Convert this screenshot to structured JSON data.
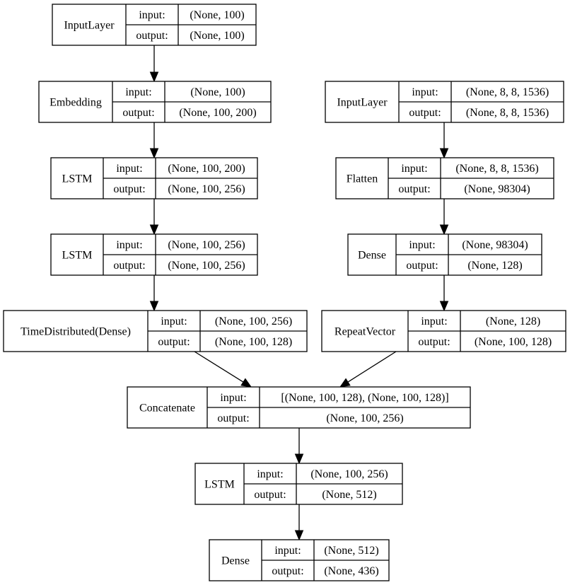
{
  "diagram": {
    "nodes": [
      {
        "id": "n1",
        "name": "InputLayer",
        "input_label": "input:",
        "output_label": "output:",
        "input": "(None, 100)",
        "output": "(None, 100)"
      },
      {
        "id": "n2",
        "name": "Embedding",
        "input_label": "input:",
        "output_label": "output:",
        "input": "(None, 100)",
        "output": "(None, 100, 200)"
      },
      {
        "id": "n3",
        "name": "LSTM",
        "input_label": "input:",
        "output_label": "output:",
        "input": "(None, 100, 200)",
        "output": "(None, 100, 256)"
      },
      {
        "id": "n4",
        "name": "LSTM",
        "input_label": "input:",
        "output_label": "output:",
        "input": "(None, 100, 256)",
        "output": "(None, 100, 256)"
      },
      {
        "id": "n5",
        "name": "TimeDistributed(Dense)",
        "input_label": "input:",
        "output_label": "output:",
        "input": "(None, 100, 256)",
        "output": "(None, 100, 128)"
      },
      {
        "id": "n6",
        "name": "InputLayer",
        "input_label": "input:",
        "output_label": "output:",
        "input": "(None, 8, 8, 1536)",
        "output": "(None, 8, 8, 1536)"
      },
      {
        "id": "n7",
        "name": "Flatten",
        "input_label": "input:",
        "output_label": "output:",
        "input": "(None, 8, 8, 1536)",
        "output": "(None, 98304)"
      },
      {
        "id": "n8",
        "name": "Dense",
        "input_label": "input:",
        "output_label": "output:",
        "input": "(None, 98304)",
        "output": "(None, 128)"
      },
      {
        "id": "n9",
        "name": "RepeatVector",
        "input_label": "input:",
        "output_label": "output:",
        "input": "(None, 128)",
        "output": "(None, 100, 128)"
      },
      {
        "id": "n10",
        "name": "Concatenate",
        "input_label": "input:",
        "output_label": "output:",
        "input": "[(None, 100, 128), (None, 100, 128)]",
        "output": "(None, 100, 256)"
      },
      {
        "id": "n11",
        "name": "LSTM",
        "input_label": "input:",
        "output_label": "output:",
        "input": "(None, 100, 256)",
        "output": "(None, 512)"
      },
      {
        "id": "n12",
        "name": "Dense",
        "input_label": "input:",
        "output_label": "output:",
        "input": "(None, 512)",
        "output": "(None, 436)"
      }
    ],
    "edges": [
      {
        "from": "n1",
        "to": "n2"
      },
      {
        "from": "n2",
        "to": "n3"
      },
      {
        "from": "n3",
        "to": "n4"
      },
      {
        "from": "n4",
        "to": "n5"
      },
      {
        "from": "n6",
        "to": "n7"
      },
      {
        "from": "n7",
        "to": "n8"
      },
      {
        "from": "n8",
        "to": "n9"
      },
      {
        "from": "n5",
        "to": "n10"
      },
      {
        "from": "n9",
        "to": "n10"
      },
      {
        "from": "n10",
        "to": "n11"
      },
      {
        "from": "n11",
        "to": "n12"
      }
    ]
  }
}
